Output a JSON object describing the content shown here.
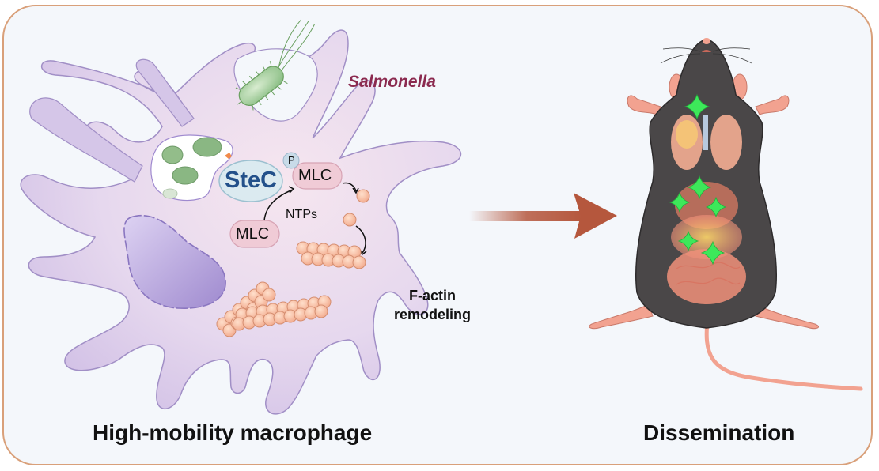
{
  "figure": {
    "panel_left": {
      "caption": "High-mobility macrophage",
      "pathogen_label": "Salmonella",
      "effector_label": "SteC",
      "substrate_label": "MLC",
      "phospho_substrate_label": "MLC",
      "phosphate_label": "P",
      "cofactor_label": "NTPs",
      "outcome_label_line1": "F-actin",
      "outcome_label_line2": "remodeling"
    },
    "transition": {
      "arrow": "right-arrow"
    },
    "panel_right": {
      "caption": "Dissemination",
      "organism": "mouse",
      "marker": "green-star-signal"
    },
    "colors": {
      "frame_border": "#d9a07a",
      "background": "#f4f7fb",
      "cell": "#d9cbea",
      "cell_outline": "#a18fc6",
      "nucleus": "#b5a2dc",
      "salmonella_text": "#8b2a4f",
      "stec_text": "#23508a",
      "mlc_fill": "#f0cbd6",
      "actin": "#f6b89c",
      "arrow": "#b5573d",
      "mouse_fur": "#4a4748",
      "mouse_skin": "#f2a290",
      "infection_marker": "#3de85a"
    }
  }
}
